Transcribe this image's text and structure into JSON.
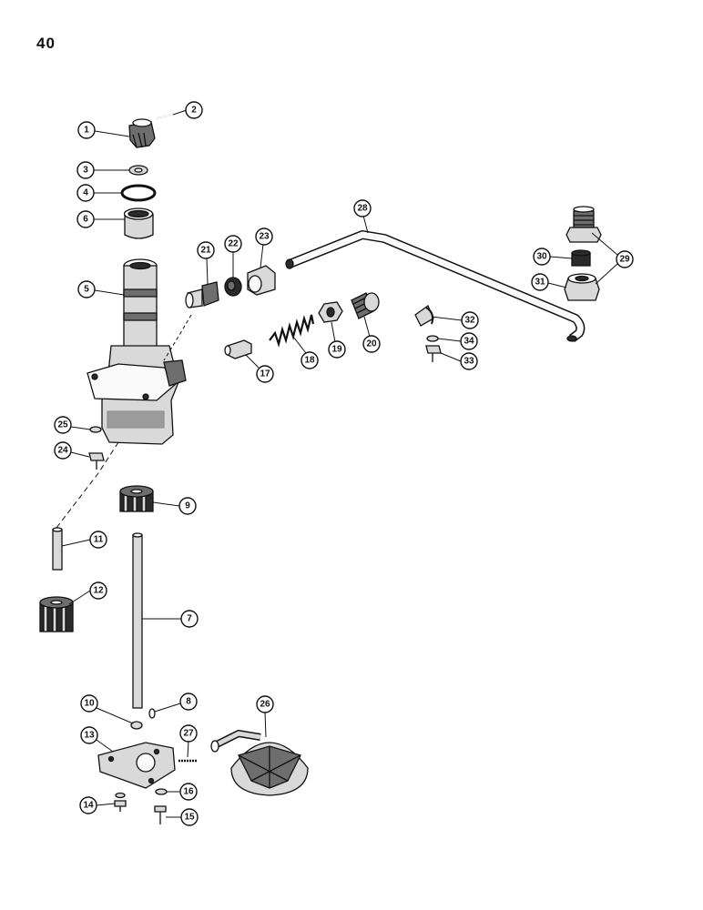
{
  "page_number": "40",
  "callouts": [
    {
      "n": "1"
    },
    {
      "n": "2"
    },
    {
      "n": "3"
    },
    {
      "n": "4"
    },
    {
      "n": "6"
    },
    {
      "n": "5"
    },
    {
      "n": "7"
    },
    {
      "n": "8"
    },
    {
      "n": "9"
    },
    {
      "n": "10"
    },
    {
      "n": "11"
    },
    {
      "n": "12"
    },
    {
      "n": "13"
    },
    {
      "n": "14"
    },
    {
      "n": "15"
    },
    {
      "n": "16"
    },
    {
      "n": "17"
    },
    {
      "n": "18"
    },
    {
      "n": "19"
    },
    {
      "n": "20"
    },
    {
      "n": "21"
    },
    {
      "n": "22"
    },
    {
      "n": "23"
    },
    {
      "n": "24"
    },
    {
      "n": "25"
    },
    {
      "n": "26"
    },
    {
      "n": "27"
    },
    {
      "n": "28"
    },
    {
      "n": "29"
    },
    {
      "n": "30"
    },
    {
      "n": "31"
    },
    {
      "n": "32"
    },
    {
      "n": "33"
    },
    {
      "n": "34"
    }
  ]
}
